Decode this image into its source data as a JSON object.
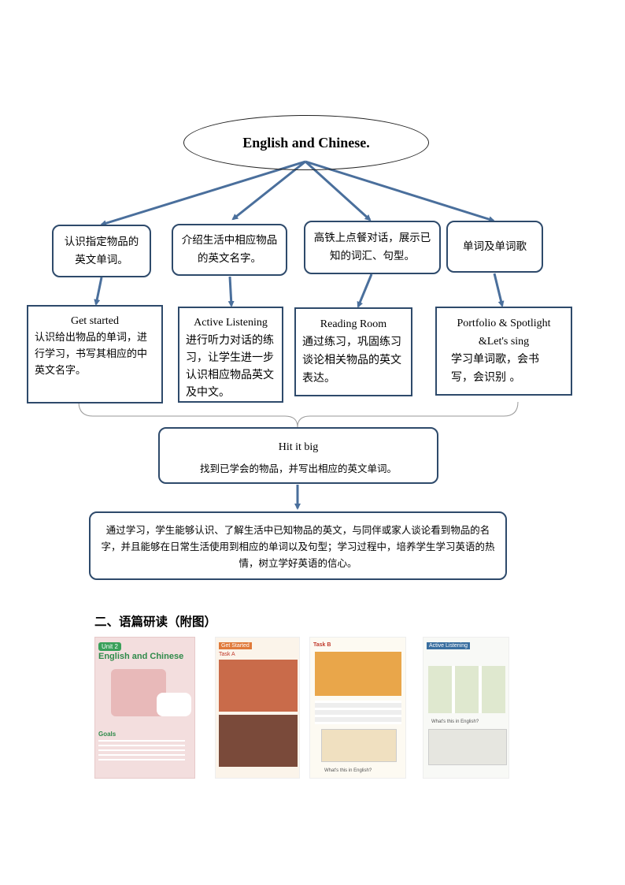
{
  "title_oval": "English  and  Chinese.",
  "intro_boxes": [
    {
      "text": "认识指定物品的英文单词。"
    },
    {
      "text": "介绍生活中相应物品的英文名字。"
    },
    {
      "text": "高铁上点餐对话，展示已知的词汇、句型。"
    },
    {
      "text": "单词及单词歌"
    }
  ],
  "activity_boxes": [
    {
      "heading": "Get started",
      "body": "认识给出物品的单词，进行学习，书写其相应的中英文名字。"
    },
    {
      "heading": "Active Listening",
      "body": "进行听力对话的练习，让学生进一步认识相应物品英文及中文。"
    },
    {
      "heading": "Reading Room",
      "body": "通过练习，巩固练习谈论相关物品的英文表达。"
    },
    {
      "heading": "Portfolio & Spotlight &Let's sing",
      "body": "学习单词歌，会书写，会识别 。"
    }
  ],
  "hit": {
    "title": "Hit it big",
    "body": "找到已学会的物品，并写出相应的英文单词。"
  },
  "summary": "通过学习，学生能够认识、了解生活中已知物品的英文，与同伴或家人谈论看到物品的名字，并且能够在日常生活使用到相应的单词以及句型；学习过程中，培养学生学习英语的热情，树立学好英语的信心。",
  "section_heading": "二、语篇研读（附图）",
  "thumbnails": [
    {
      "title": "Unit 2",
      "subtitle": "English and Chinese",
      "label": "Goals"
    },
    {
      "title": "Get Started",
      "label": "Task A"
    },
    {
      "title": "Task B",
      "label": "What's this in English?"
    },
    {
      "title": "Active Listening",
      "label": "What's this in English?"
    }
  ],
  "colors": {
    "border": "#2e4a6b",
    "arrow": "#4a6f9c"
  }
}
